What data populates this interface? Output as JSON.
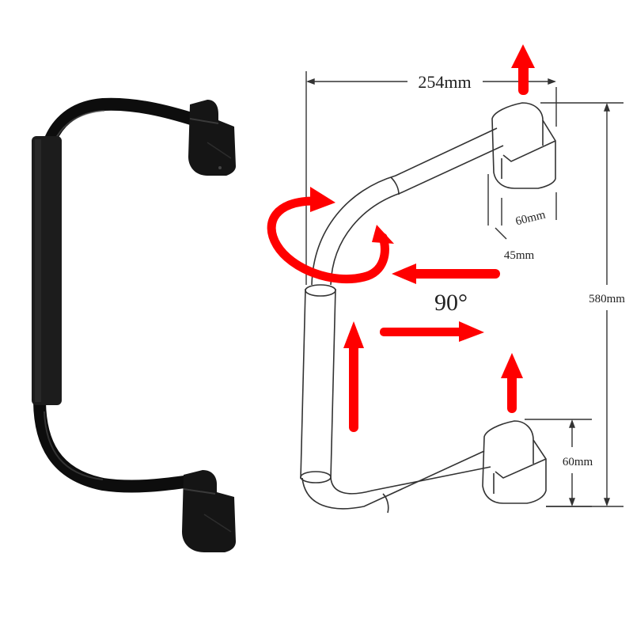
{
  "product_photo": {
    "description": "black grab handle photo",
    "color": "#111111",
    "grip_color": "#222222"
  },
  "diagram": {
    "line_color": "#333333",
    "arrow_color": "#ff0000",
    "dimensions": {
      "width": "254mm",
      "height": "580mm",
      "top_mount_width": "60mm",
      "top_mount_depth": "45mm",
      "bottom_mount_height": "60mm"
    },
    "angle": "90°",
    "annotations": [
      {
        "type": "rotation-arrow",
        "label": "rotate"
      },
      {
        "type": "arrow-up",
        "position": "top-mount"
      },
      {
        "type": "arrow-left",
        "position": "mid-upper"
      },
      {
        "type": "arrow-right",
        "position": "mid-lower"
      },
      {
        "type": "arrow-up",
        "position": "grip"
      },
      {
        "type": "arrow-up",
        "position": "bottom-mount"
      }
    ]
  }
}
